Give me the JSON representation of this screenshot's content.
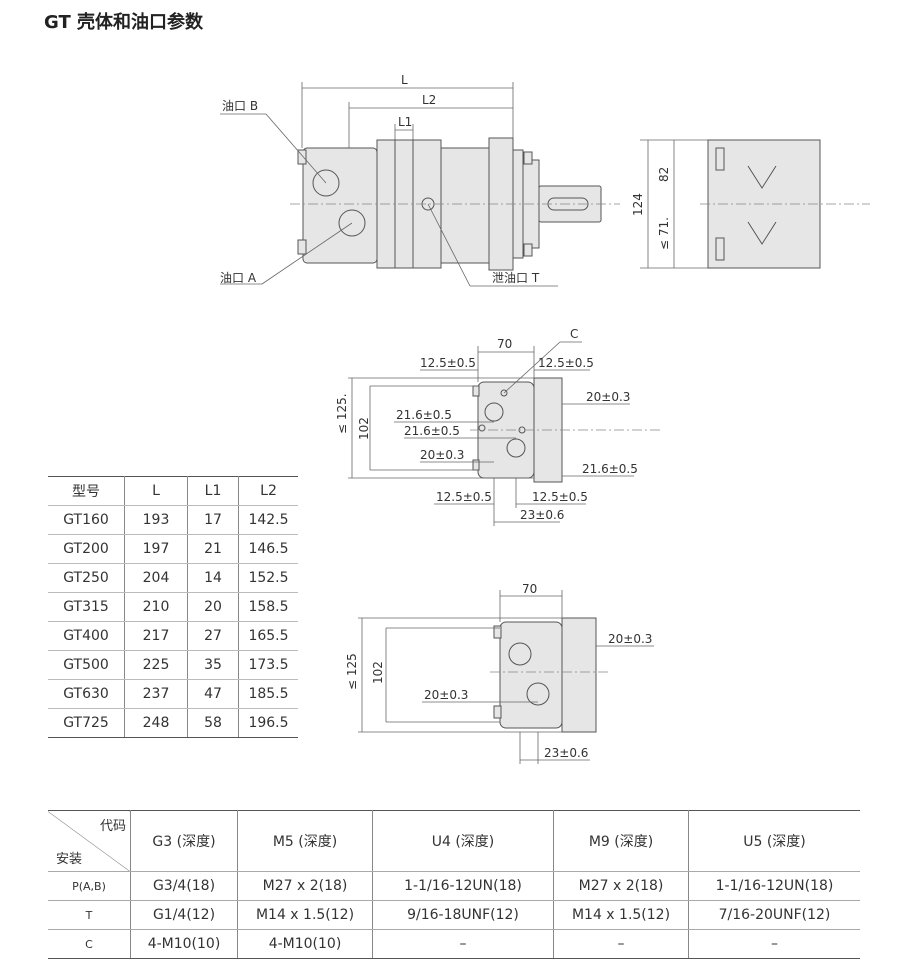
{
  "title": "GT 壳体和油口参数",
  "drawing_labels": {
    "port_b": "油口 B",
    "port_a": "油口 A",
    "drain": "泄油口  T",
    "L": "L",
    "L1": "L1",
    "L2": "L2",
    "d124": "124",
    "d82": "82",
    "d71": "≤ 71.",
    "c": "C",
    "d70": "70",
    "d70b": "70",
    "d125": "≤ 125.",
    "d125b": "≤ 125",
    "d102": "102",
    "d102b": "102",
    "t125a": "12.5±0.5",
    "t125b": "12.5±0.5",
    "t125c": "12.5±0.5",
    "t125d": "12.5±0.5",
    "t216a": "21.6±0.5",
    "t216b": "21.6±0.5",
    "t216c": "21.6±0.5",
    "t203a": "20±0.3",
    "t203b": "20±0.3",
    "t203c": "20±0.3",
    "t203d": "20±0.3",
    "t236a": "23±0.6",
    "t236b": "23±0.6"
  },
  "dim_table": {
    "headers": [
      "型号",
      "L",
      "L1",
      "L2"
    ],
    "rows": [
      [
        "GT160",
        "193",
        "17",
        "142.5"
      ],
      [
        "GT200",
        "197",
        "21",
        "146.5"
      ],
      [
        "GT250",
        "204",
        "14",
        "152.5"
      ],
      [
        "GT315",
        "210",
        "20",
        "158.5"
      ],
      [
        "GT400",
        "217",
        "27",
        "165.5"
      ],
      [
        "GT500",
        "225",
        "35",
        "173.5"
      ],
      [
        "GT630",
        "237",
        "47",
        "185.5"
      ],
      [
        "GT725",
        "248",
        "58",
        "196.5"
      ]
    ]
  },
  "port_table": {
    "corner_top": "代码",
    "corner_bottom": "安装",
    "headers": [
      "G3 (深度)",
      "M5 (深度)",
      "U4 (深度)",
      "M9 (深度)",
      "U5 (深度)"
    ],
    "rows": [
      {
        "label": "P(A,B)",
        "cells": [
          "G3/4(18)",
          "M27 x 2(18)",
          "1-1/16-12UN(18)",
          "M27 x 2(18)",
          "1-1/16-12UN(18)"
        ]
      },
      {
        "label": "T",
        "cells": [
          "G1/4(12)",
          "M14 x 1.5(12)",
          "9/16-18UNF(12)",
          "M14 x 1.5(12)",
          "7/16-20UNF(12)"
        ]
      },
      {
        "label": "C",
        "cells": [
          "4-M10(10)",
          "4-M10(10)",
          "–",
          "–",
          "–"
        ]
      }
    ]
  }
}
